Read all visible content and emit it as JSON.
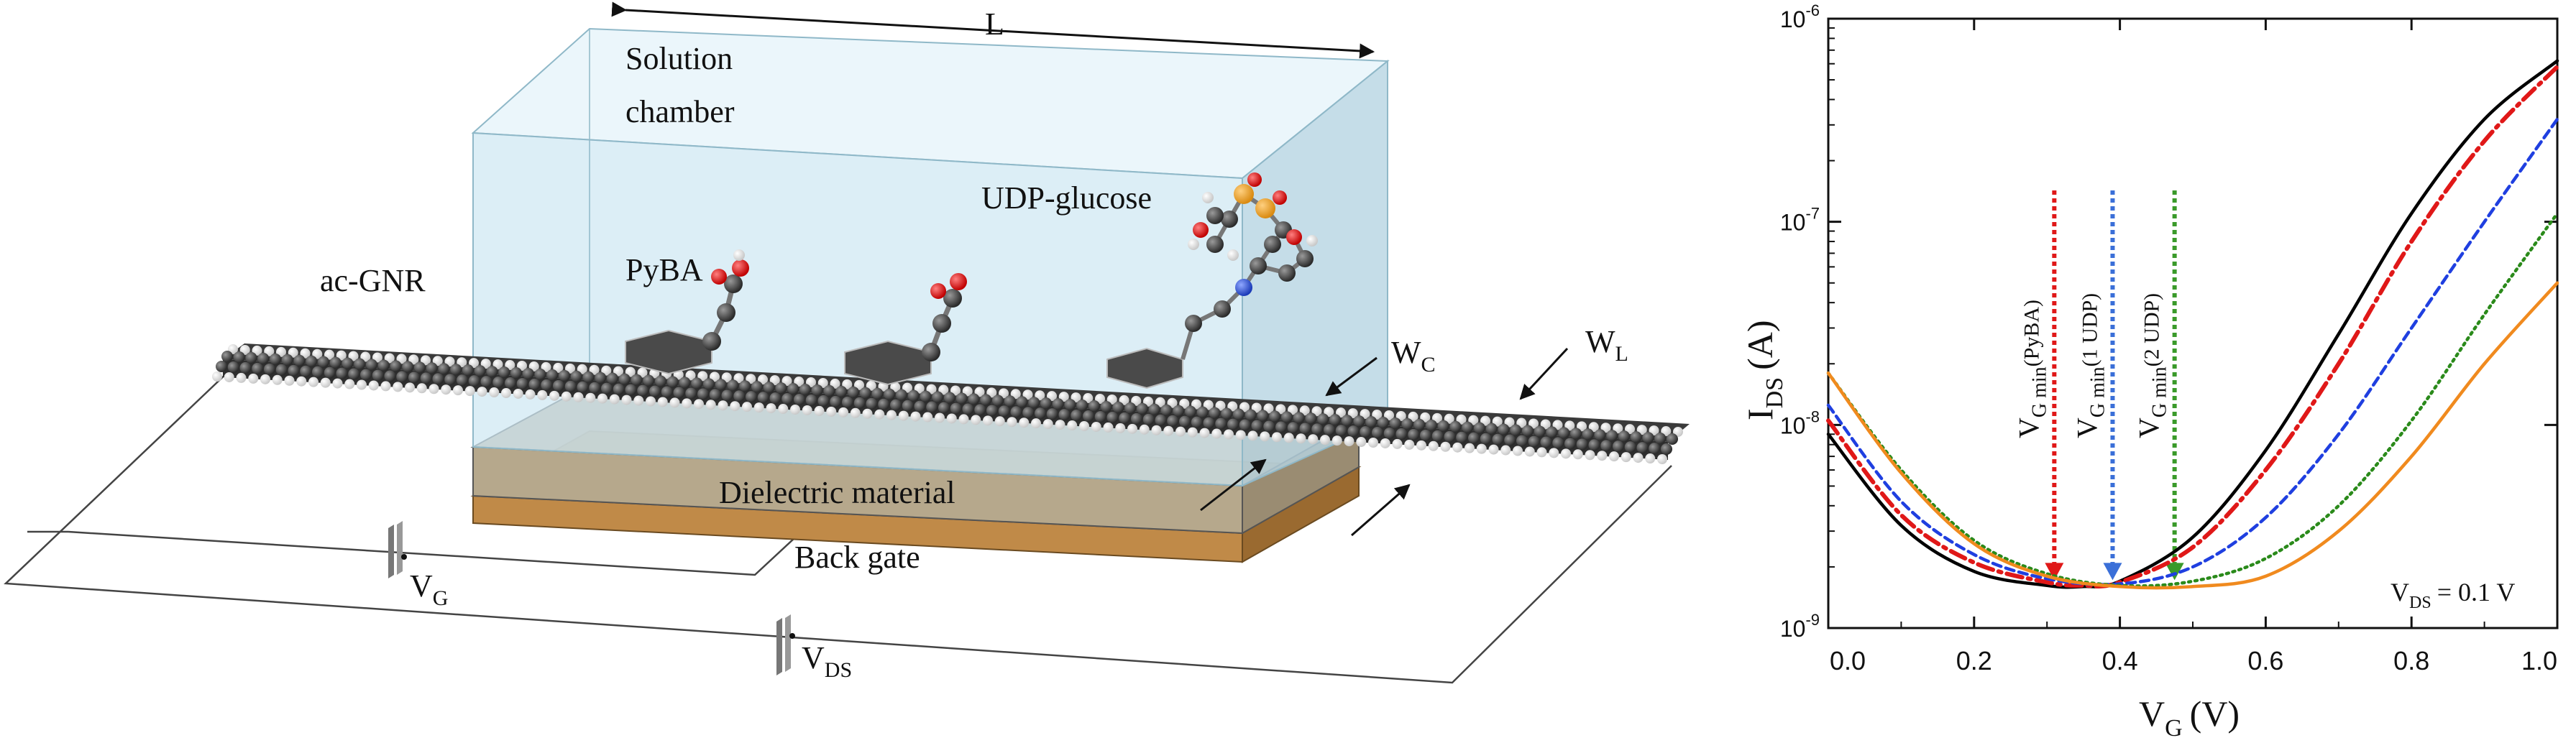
{
  "device": {
    "length_label": "L",
    "chamber_label_line1": "Solution",
    "chamber_label_line2": "chamber",
    "udp_label": "UDP-glucose",
    "pyba_label": "PyBA",
    "gnr_label": "ac-GNR",
    "wc_label_main": "W",
    "wc_label_sub": "C",
    "wl_label_main": "W",
    "wl_label_sub": "L",
    "dielectric_label": "Dielectric material",
    "backgate_label": "Back gate",
    "vg_label_main": "V",
    "vg_label_sub": "G",
    "vds_label_main": "V",
    "vds_label_sub": "DS",
    "colors": {
      "chamber": "#cfe8f3",
      "dielectric": "#b4a48a",
      "back_gate": "#c9975a",
      "carbon": "#3a3a3a",
      "oxygen": "#e01010",
      "phosphorus": "#f5a623",
      "nitrogen": "#2a4bd8"
    }
  },
  "plot": {
    "ylabel_main": "I",
    "ylabel_sub": "DS",
    "ylabel_unit": "(A)",
    "xlabel_main": "V",
    "xlabel_sub": "G",
    "xlabel_unit": "(V)",
    "vds_note_main": "V",
    "vds_note_sub": "DS",
    "vds_note_value": "= 0.1 V",
    "xtick_labels": [
      "0.0",
      "0.2",
      "0.4",
      "0.6",
      "0.8",
      "1.0"
    ],
    "ytick_base": "10",
    "ytick_exponents": [
      "-9",
      "-8",
      "-7",
      "-6"
    ],
    "vmin_labels": [
      {
        "main": "V",
        "sub": "G min",
        "suffix": "(PyBA)"
      },
      {
        "main": "V",
        "sub": "G min",
        "suffix": "(1 UDP)"
      },
      {
        "main": "V",
        "sub": "G min",
        "suffix": "(2 UDP)"
      }
    ]
  },
  "chart_data": {
    "type": "line",
    "xlabel": "VG (V)",
    "ylabel": "IDS (A)",
    "xlim": [
      0,
      1
    ],
    "ylim": [
      1e-09,
      1e-06
    ],
    "yscale": "log",
    "grid": false,
    "annotation": "VDS = 0.1 V",
    "series": [
      {
        "style": "solid",
        "color": "#000000",
        "x": [
          0,
          0.1,
          0.2,
          0.3,
          0.35,
          0.4,
          0.5,
          0.6,
          0.7,
          0.8,
          0.9,
          1.0
        ],
        "y": [
          9e-09,
          3.2e-09,
          1.9e-09,
          1.62e-09,
          1.6e-09,
          1.7e-09,
          2.8e-09,
          7.5e-09,
          2.8e-08,
          1.1e-07,
          3.2e-07,
          6.2e-07
        ]
      },
      {
        "style": "dash-dot",
        "color": "#e01818",
        "x": [
          0,
          0.1,
          0.2,
          0.3,
          0.35,
          0.4,
          0.5,
          0.6,
          0.7,
          0.8,
          0.9,
          1.0
        ],
        "y": [
          1.05e-08,
          3.6e-09,
          2.1e-09,
          1.68e-09,
          1.62e-09,
          1.68e-09,
          2.5e-09,
          6e-09,
          2e-08,
          8e-08,
          2.5e-07,
          5.8e-07
        ]
      },
      {
        "style": "dashed",
        "color": "#1f3fe0",
        "x": [
          0,
          0.1,
          0.2,
          0.3,
          0.4,
          0.5,
          0.6,
          0.7,
          0.8,
          0.9,
          1.0
        ],
        "y": [
          1.25e-08,
          4.2e-09,
          2.3e-09,
          1.75e-09,
          1.65e-09,
          2e-09,
          3.5e-09,
          9e-09,
          3e-08,
          1e-07,
          3.2e-07
        ]
      },
      {
        "style": "dotted",
        "color": "#2a8a1a",
        "x": [
          0,
          0.1,
          0.2,
          0.3,
          0.4,
          0.5,
          0.6,
          0.7,
          0.8,
          0.9,
          1.0
        ],
        "y": [
          1.8e-08,
          6e-09,
          2.7e-09,
          1.85e-09,
          1.62e-09,
          1.7e-09,
          2.2e-09,
          4e-09,
          1.05e-08,
          3.5e-08,
          1.1e-07
        ]
      },
      {
        "style": "solid",
        "color": "#f08a1e",
        "x": [
          0,
          0.1,
          0.2,
          0.3,
          0.4,
          0.5,
          0.6,
          0.7,
          0.8,
          0.9,
          1.0
        ],
        "y": [
          1.8e-08,
          5.8e-09,
          2.6e-09,
          1.8e-09,
          1.6e-09,
          1.6e-09,
          1.8e-09,
          3e-09,
          7e-09,
          2e-08,
          5e-08
        ]
      }
    ],
    "vmin_markers": [
      {
        "label": "VG min(PyBA)",
        "x": 0.31,
        "color": "#e01818"
      },
      {
        "label": "VG min(1 UDP)",
        "x": 0.39,
        "color": "#3a6fd8"
      },
      {
        "label": "VG min(2 UDP)",
        "x": 0.475,
        "color": "#3a9a2a"
      }
    ]
  }
}
